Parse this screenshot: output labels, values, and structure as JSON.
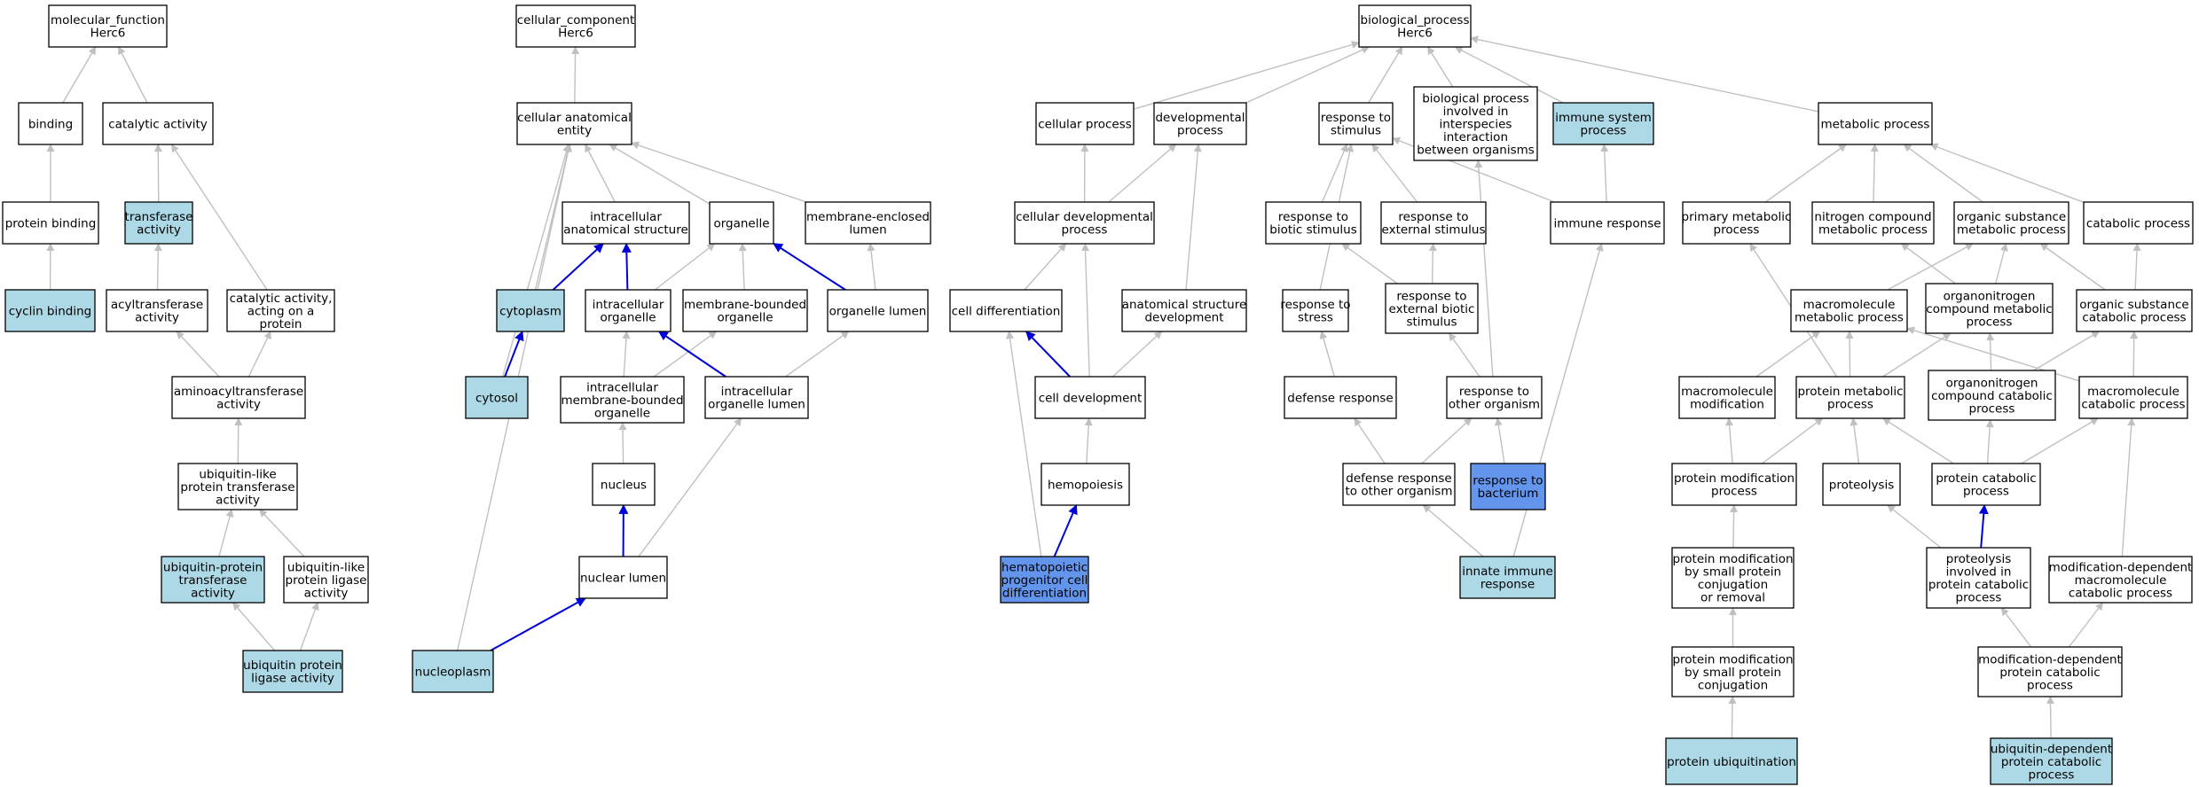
{
  "colors": {
    "plain": "#ffffff",
    "annotated": "#add8e6",
    "highlighted": "#6495ed",
    "edge": "#c0c0c0",
    "edge_highlight": "#0000d8"
  },
  "nodes": {
    "mf_root": {
      "lines": [
        "molecular_function",
        "Herc6"
      ],
      "fill": "plain"
    },
    "binding": {
      "lines": [
        "binding"
      ],
      "fill": "plain"
    },
    "catalytic": {
      "lines": [
        "catalytic activity"
      ],
      "fill": "plain"
    },
    "protein_binding": {
      "lines": [
        "protein binding"
      ],
      "fill": "plain"
    },
    "transferase": {
      "lines": [
        "transferase",
        "activity"
      ],
      "fill": "annotated"
    },
    "cyclin_binding": {
      "lines": [
        "cyclin binding"
      ],
      "fill": "annotated"
    },
    "acyltransferase": {
      "lines": [
        "acyltransferase",
        "activity"
      ],
      "fill": "plain"
    },
    "cat_protein": {
      "lines": [
        "catalytic activity,",
        "acting on a",
        "protein"
      ],
      "fill": "plain"
    },
    "aminoacyl": {
      "lines": [
        "aminoacyltransferase",
        "activity"
      ],
      "fill": "plain"
    },
    "ubl_transferase": {
      "lines": [
        "ubiquitin-like",
        "protein transferase",
        "activity"
      ],
      "fill": "plain"
    },
    "ub_transferase": {
      "lines": [
        "ubiquitin-protein",
        "transferase",
        "activity"
      ],
      "fill": "annotated"
    },
    "ubl_ligase": {
      "lines": [
        "ubiquitin-like",
        "protein ligase",
        "activity"
      ],
      "fill": "plain"
    },
    "ub_ligase": {
      "lines": [
        "ubiquitin protein",
        "ligase activity"
      ],
      "fill": "annotated"
    },
    "cc_root": {
      "lines": [
        "cellular_component",
        "Herc6"
      ],
      "fill": "plain"
    },
    "cae": {
      "lines": [
        "cellular anatomical",
        "entity"
      ],
      "fill": "plain"
    },
    "ias": {
      "lines": [
        "intracellular",
        "anatomical structure"
      ],
      "fill": "plain"
    },
    "organelle": {
      "lines": [
        "organelle"
      ],
      "fill": "plain"
    },
    "mel": {
      "lines": [
        "membrane-enclosed",
        "lumen"
      ],
      "fill": "plain"
    },
    "cytoplasm": {
      "lines": [
        "cytoplasm"
      ],
      "fill": "annotated"
    },
    "ico": {
      "lines": [
        "intracellular",
        "organelle"
      ],
      "fill": "plain"
    },
    "mbo": {
      "lines": [
        "membrane-bounded",
        "organelle"
      ],
      "fill": "plain"
    },
    "ol": {
      "lines": [
        "organelle lumen"
      ],
      "fill": "plain"
    },
    "cytosol": {
      "lines": [
        "cytosol"
      ],
      "fill": "annotated"
    },
    "imbo": {
      "lines": [
        "intracellular",
        "membrane-bounded",
        "organelle"
      ],
      "fill": "plain"
    },
    "iol": {
      "lines": [
        "intracellular",
        "organelle lumen"
      ],
      "fill": "plain"
    },
    "nucleus": {
      "lines": [
        "nucleus"
      ],
      "fill": "plain"
    },
    "nuclear_lumen": {
      "lines": [
        "nuclear lumen"
      ],
      "fill": "plain"
    },
    "nucleoplasm": {
      "lines": [
        "nucleoplasm"
      ],
      "fill": "annotated"
    },
    "bp_root": {
      "lines": [
        "biological_process",
        "Herc6"
      ],
      "fill": "plain"
    },
    "cellular_process": {
      "lines": [
        "cellular process"
      ],
      "fill": "plain"
    },
    "dev_process": {
      "lines": [
        "developmental",
        "process"
      ],
      "fill": "plain"
    },
    "resp_stim": {
      "lines": [
        "response to",
        "stimulus"
      ],
      "fill": "plain"
    },
    "bp_interspecies": {
      "lines": [
        "biological process",
        "involved in",
        "interspecies",
        "interaction",
        "between organisms"
      ],
      "fill": "plain"
    },
    "immune_sys": {
      "lines": [
        "immune system",
        "process"
      ],
      "fill": "annotated"
    },
    "metabolic": {
      "lines": [
        "metabolic process"
      ],
      "fill": "plain"
    },
    "cell_dev_proc": {
      "lines": [
        "cellular developmental",
        "process"
      ],
      "fill": "plain"
    },
    "resp_biotic": {
      "lines": [
        "response to",
        "biotic stimulus"
      ],
      "fill": "plain"
    },
    "resp_ext": {
      "lines": [
        "response to",
        "external stimulus"
      ],
      "fill": "plain"
    },
    "immune_resp": {
      "lines": [
        "immune response"
      ],
      "fill": "plain"
    },
    "primary_met": {
      "lines": [
        "primary metabolic",
        "process"
      ],
      "fill": "plain"
    },
    "nitrogen_met": {
      "lines": [
        "nitrogen compound",
        "metabolic process"
      ],
      "fill": "plain"
    },
    "org_sub_met": {
      "lines": [
        "organic substance",
        "metabolic process"
      ],
      "fill": "plain"
    },
    "catabolic": {
      "lines": [
        "catabolic process"
      ],
      "fill": "plain"
    },
    "cell_diff": {
      "lines": [
        "cell differentiation"
      ],
      "fill": "plain"
    },
    "anat_dev": {
      "lines": [
        "anatomical structure",
        "development"
      ],
      "fill": "plain"
    },
    "resp_stress": {
      "lines": [
        "response to",
        "stress"
      ],
      "fill": "plain"
    },
    "resp_ext_biotic": {
      "lines": [
        "response to",
        "external biotic",
        "stimulus"
      ],
      "fill": "plain"
    },
    "macro_met": {
      "lines": [
        "macromolecule",
        "metabolic process"
      ],
      "fill": "plain"
    },
    "orgN_met": {
      "lines": [
        "organonitrogen",
        "compound metabolic",
        "process"
      ],
      "fill": "plain"
    },
    "org_sub_cat": {
      "lines": [
        "organic substance",
        "catabolic process"
      ],
      "fill": "plain"
    },
    "cell_dev": {
      "lines": [
        "cell development"
      ],
      "fill": "plain"
    },
    "defense": {
      "lines": [
        "defense response"
      ],
      "fill": "plain"
    },
    "resp_other": {
      "lines": [
        "response to",
        "other organism"
      ],
      "fill": "plain"
    },
    "macro_mod": {
      "lines": [
        "macromolecule",
        "modification"
      ],
      "fill": "plain"
    },
    "prot_met": {
      "lines": [
        "protein metabolic",
        "process"
      ],
      "fill": "plain"
    },
    "orgN_cat": {
      "lines": [
        "organonitrogen",
        "compound catabolic",
        "process"
      ],
      "fill": "plain"
    },
    "macro_cat": {
      "lines": [
        "macromolecule",
        "catabolic process"
      ],
      "fill": "plain"
    },
    "hemopoiesis": {
      "lines": [
        "hemopoiesis"
      ],
      "fill": "plain"
    },
    "def_other": {
      "lines": [
        "defense response",
        "to other organism"
      ],
      "fill": "plain"
    },
    "resp_bact": {
      "lines": [
        "response to",
        "bacterium"
      ],
      "fill": "highlighted"
    },
    "prot_mod": {
      "lines": [
        "protein modification",
        "process"
      ],
      "fill": "plain"
    },
    "proteolysis": {
      "lines": [
        "proteolysis"
      ],
      "fill": "plain"
    },
    "prot_cat": {
      "lines": [
        "protein catabolic",
        "process"
      ],
      "fill": "plain"
    },
    "hpc_diff": {
      "lines": [
        "hematopoietic",
        "progenitor cell",
        "differentiation"
      ],
      "fill": "highlighted"
    },
    "innate": {
      "lines": [
        "innate immune",
        "response"
      ],
      "fill": "annotated"
    },
    "pm_small": {
      "lines": [
        "protein modification",
        "by small protein",
        "conjugation",
        "or removal"
      ],
      "fill": "plain"
    },
    "proteolysis_cat": {
      "lines": [
        "proteolysis",
        "involved in",
        "protein catabolic",
        "process"
      ],
      "fill": "plain"
    },
    "mod_dep_macro": {
      "lines": [
        "modification-dependent",
        "macromolecule",
        "catabolic process"
      ],
      "fill": "plain"
    },
    "pm_small_conj": {
      "lines": [
        "protein modification",
        "by small protein",
        "conjugation"
      ],
      "fill": "plain"
    },
    "mod_dep_prot": {
      "lines": [
        "modification-dependent",
        "protein catabolic",
        "process"
      ],
      "fill": "plain"
    },
    "prot_ubiq": {
      "lines": [
        "protein ubiquitination"
      ],
      "fill": "annotated"
    },
    "ub_dep_cat": {
      "lines": [
        "ubiquitin-dependent",
        "protein catabolic",
        "process"
      ],
      "fill": "annotated"
    }
  },
  "edges": [
    [
      "binding",
      "mf_root",
      "gray"
    ],
    [
      "catalytic",
      "mf_root",
      "gray"
    ],
    [
      "protein_binding",
      "binding",
      "gray"
    ],
    [
      "transferase",
      "catalytic",
      "gray"
    ],
    [
      "cat_protein",
      "catalytic",
      "gray"
    ],
    [
      "cyclin_binding",
      "protein_binding",
      "gray"
    ],
    [
      "acyltransferase",
      "transferase",
      "gray"
    ],
    [
      "aminoacyl",
      "acyltransferase",
      "gray"
    ],
    [
      "aminoacyl",
      "cat_protein",
      "gray"
    ],
    [
      "ubl_transferase",
      "aminoacyl",
      "gray"
    ],
    [
      "ub_transferase",
      "ubl_transferase",
      "gray"
    ],
    [
      "ubl_ligase",
      "ubl_transferase",
      "gray"
    ],
    [
      "ub_ligase",
      "ub_transferase",
      "gray"
    ],
    [
      "ub_ligase",
      "ubl_ligase",
      "gray"
    ],
    [
      "cae",
      "cc_root",
      "gray"
    ],
    [
      "ias",
      "cae",
      "gray"
    ],
    [
      "organelle",
      "cae",
      "gray"
    ],
    [
      "mel",
      "cae",
      "gray"
    ],
    [
      "cytoplasm",
      "cae",
      "gray"
    ],
    [
      "cytosol",
      "cae",
      "gray"
    ],
    [
      "nucleoplasm",
      "cae",
      "gray"
    ],
    [
      "cytoplasm",
      "ias",
      "blue"
    ],
    [
      "ico",
      "ias",
      "blue"
    ],
    [
      "ico",
      "organelle",
      "gray"
    ],
    [
      "mbo",
      "organelle",
      "gray"
    ],
    [
      "ol",
      "organelle",
      "blue"
    ],
    [
      "ol",
      "mel",
      "gray"
    ],
    [
      "cytosol",
      "cytoplasm",
      "blue"
    ],
    [
      "imbo",
      "ico",
      "gray"
    ],
    [
      "imbo",
      "mbo",
      "gray"
    ],
    [
      "iol",
      "ico",
      "blue"
    ],
    [
      "iol",
      "ol",
      "gray"
    ],
    [
      "nucleus",
      "imbo",
      "gray"
    ],
    [
      "nuclear_lumen",
      "nucleus",
      "blue"
    ],
    [
      "nuclear_lumen",
      "iol",
      "gray"
    ],
    [
      "nucleoplasm",
      "nuclear_lumen",
      "blue"
    ],
    [
      "cellular_process",
      "bp_root",
      "gray"
    ],
    [
      "dev_process",
      "bp_root",
      "gray"
    ],
    [
      "resp_stim",
      "bp_root",
      "gray"
    ],
    [
      "bp_interspecies",
      "bp_root",
      "gray"
    ],
    [
      "immune_sys",
      "bp_root",
      "gray"
    ],
    [
      "metabolic",
      "bp_root",
      "gray"
    ],
    [
      "cell_dev_proc",
      "cellular_process",
      "gray"
    ],
    [
      "cell_dev_proc",
      "dev_process",
      "gray"
    ],
    [
      "anat_dev",
      "dev_process",
      "gray"
    ],
    [
      "resp_biotic",
      "resp_stim",
      "gray"
    ],
    [
      "resp_ext",
      "resp_stim",
      "gray"
    ],
    [
      "resp_stress",
      "resp_stim",
      "gray"
    ],
    [
      "immune_resp",
      "resp_stim",
      "gray"
    ],
    [
      "immune_resp",
      "immune_sys",
      "gray"
    ],
    [
      "primary_met",
      "metabolic",
      "gray"
    ],
    [
      "nitrogen_met",
      "metabolic",
      "gray"
    ],
    [
      "org_sub_met",
      "metabolic",
      "gray"
    ],
    [
      "catabolic",
      "metabolic",
      "gray"
    ],
    [
      "cell_diff",
      "cell_dev_proc",
      "gray"
    ],
    [
      "cell_dev",
      "cell_dev_proc",
      "gray"
    ],
    [
      "resp_ext_biotic",
      "resp_biotic",
      "gray"
    ],
    [
      "resp_ext_biotic",
      "resp_ext",
      "gray"
    ],
    [
      "macro_met",
      "org_sub_met",
      "gray"
    ],
    [
      "orgN_met",
      "org_sub_met",
      "gray"
    ],
    [
      "orgN_met",
      "nitrogen_met",
      "gray"
    ],
    [
      "org_sub_cat",
      "org_sub_met",
      "gray"
    ],
    [
      "org_sub_cat",
      "catabolic",
      "gray"
    ],
    [
      "cell_dev",
      "cell_diff",
      "blue"
    ],
    [
      "cell_dev",
      "anat_dev",
      "gray"
    ],
    [
      "defense",
      "resp_stress",
      "gray"
    ],
    [
      "resp_other",
      "resp_ext_biotic",
      "gray"
    ],
    [
      "resp_other",
      "bp_interspecies",
      "gray"
    ],
    [
      "macro_mod",
      "macro_met",
      "gray"
    ],
    [
      "prot_met",
      "primary_met",
      "gray"
    ],
    [
      "prot_met",
      "macro_met",
      "gray"
    ],
    [
      "prot_met",
      "orgN_met",
      "gray"
    ],
    [
      "orgN_cat",
      "orgN_met",
      "gray"
    ],
    [
      "orgN_cat",
      "org_sub_cat",
      "gray"
    ],
    [
      "macro_cat",
      "macro_met",
      "gray"
    ],
    [
      "macro_cat",
      "org_sub_cat",
      "gray"
    ],
    [
      "hemopoiesis",
      "cell_dev",
      "gray"
    ],
    [
      "def_other",
      "defense",
      "gray"
    ],
    [
      "def_other",
      "resp_other",
      "gray"
    ],
    [
      "resp_bact",
      "resp_other",
      "gray"
    ],
    [
      "prot_mod",
      "macro_mod",
      "gray"
    ],
    [
      "prot_mod",
      "prot_met",
      "gray"
    ],
    [
      "proteolysis",
      "prot_met",
      "gray"
    ],
    [
      "prot_cat",
      "prot_met",
      "gray"
    ],
    [
      "prot_cat",
      "orgN_cat",
      "gray"
    ],
    [
      "prot_cat",
      "macro_cat",
      "gray"
    ],
    [
      "hpc_diff",
      "hemopoiesis",
      "blue"
    ],
    [
      "hpc_diff",
      "cell_diff",
      "gray"
    ],
    [
      "innate",
      "def_other",
      "gray"
    ],
    [
      "innate",
      "immune_resp",
      "gray"
    ],
    [
      "pm_small",
      "prot_mod",
      "gray"
    ],
    [
      "proteolysis_cat",
      "prot_cat",
      "blue"
    ],
    [
      "proteolysis_cat",
      "proteolysis",
      "gray"
    ],
    [
      "mod_dep_macro",
      "macro_cat",
      "gray"
    ],
    [
      "pm_small_conj",
      "pm_small",
      "gray"
    ],
    [
      "mod_dep_prot",
      "proteolysis_cat",
      "gray"
    ],
    [
      "mod_dep_prot",
      "mod_dep_macro",
      "gray"
    ],
    [
      "prot_ubiq",
      "pm_small_conj",
      "gray"
    ],
    [
      "ub_dep_cat",
      "mod_dep_prot",
      "gray"
    ]
  ]
}
